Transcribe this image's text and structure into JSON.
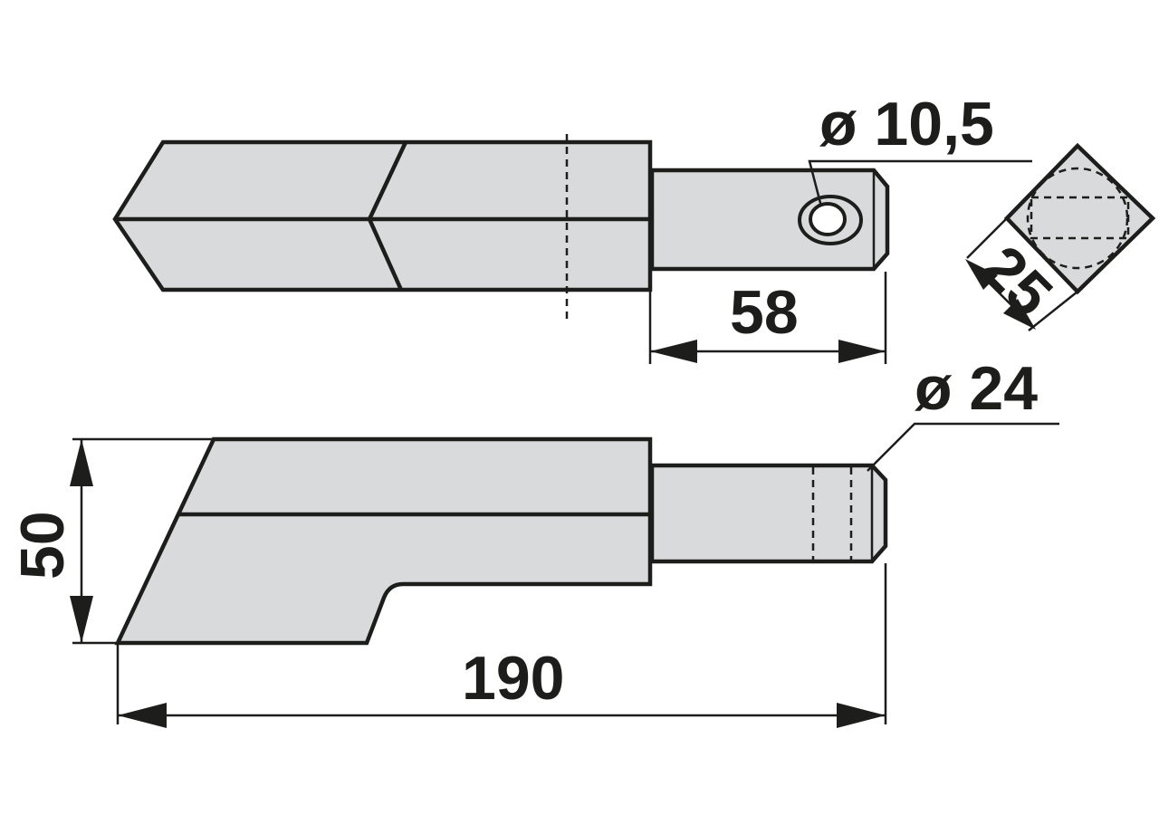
{
  "dimensions": {
    "hole_diameter": "ø 10,5",
    "shaft_length": "58",
    "square_width": "25",
    "shaft_diameter": "ø 24",
    "height": "50",
    "total_length": "190"
  },
  "colors": {
    "part_fill": "#d9dadb",
    "line": "#1d1d1b",
    "background": "#ffffff"
  }
}
